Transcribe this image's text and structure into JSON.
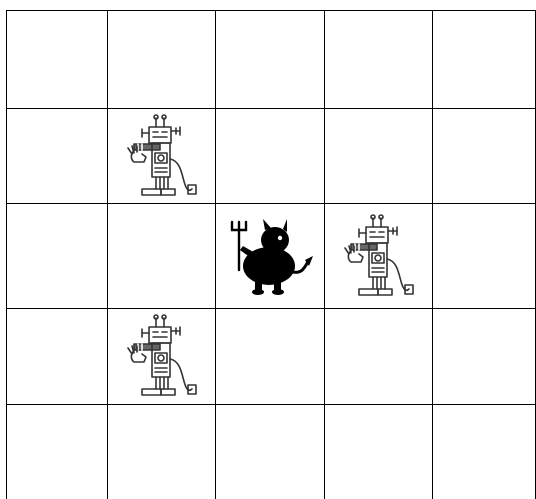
{
  "board": {
    "rows": 5,
    "cols": 5,
    "pieces": [
      {
        "type": "robot",
        "icon": "robot-icon",
        "row": 1,
        "col": 1
      },
      {
        "type": "devil",
        "icon": "devil-icon",
        "row": 2,
        "col": 2
      },
      {
        "type": "robot",
        "icon": "robot-icon",
        "row": 2,
        "col": 3
      },
      {
        "type": "robot",
        "icon": "robot-icon",
        "row": 3,
        "col": 1
      }
    ]
  },
  "colors": {
    "grid_line": "#000000",
    "cell_background": "#ffffff",
    "devil": "#000000",
    "robot_line": "#333333"
  }
}
